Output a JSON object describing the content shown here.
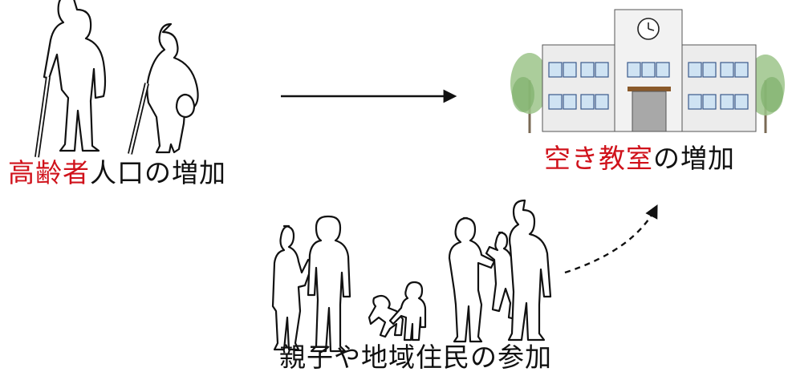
{
  "labels": {
    "elderly": {
      "accent": "高齢者",
      "rest": "人口の増加"
    },
    "classroom": {
      "accent": "空き教室",
      "rest": "の増加"
    },
    "community": "親子や地域住民の参加"
  },
  "colors": {
    "accent": "#d0121b",
    "text": "#111111",
    "building": "#ececec",
    "window": "#cfe3f3",
    "door": "#a8a8a8",
    "tree": "#9cc48a"
  },
  "icons": [
    "elderly-man-with-cane-icon",
    "elderly-woman-with-cane-icon",
    "school-building-icon",
    "clock-icon",
    "tree-icon",
    "family-silhouettes-icon"
  ]
}
